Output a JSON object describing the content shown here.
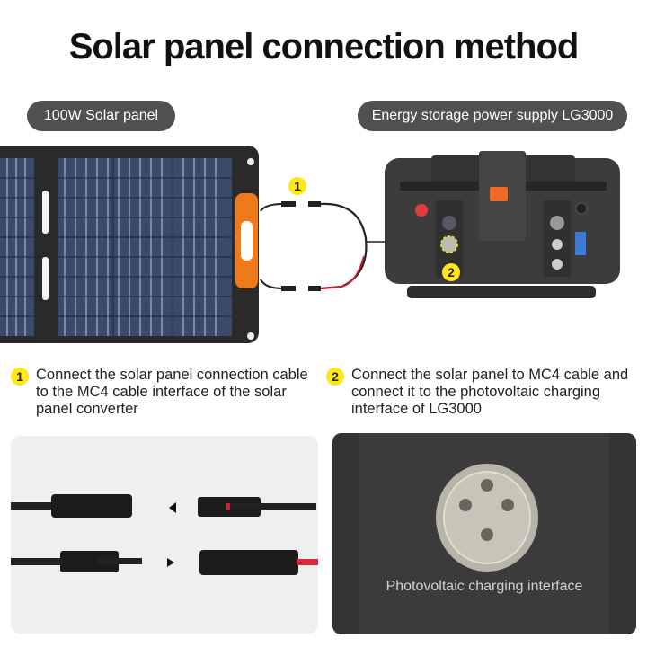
{
  "title": "Solar panel connection method",
  "labels": {
    "solar_panel": "100W Solar panel",
    "power_supply": "Energy storage power supply LG3000"
  },
  "markers": {
    "one": "1",
    "two": "2"
  },
  "steps": [
    {
      "number": "1",
      "text": "Connect the solar panel connection cable to the MC4 cable interface of the solar panel converter"
    },
    {
      "number": "2",
      "text": "Connect the solar panel to MC4 cable and connect it to the photovoltaic charging interface of LG3000"
    }
  ],
  "detail": {
    "pv_caption": "Photovoltaic charging interface"
  },
  "colors": {
    "accent_yellow": "#ffe61a",
    "handle_orange": "#f07a1a",
    "pill_gray": "#505050"
  }
}
